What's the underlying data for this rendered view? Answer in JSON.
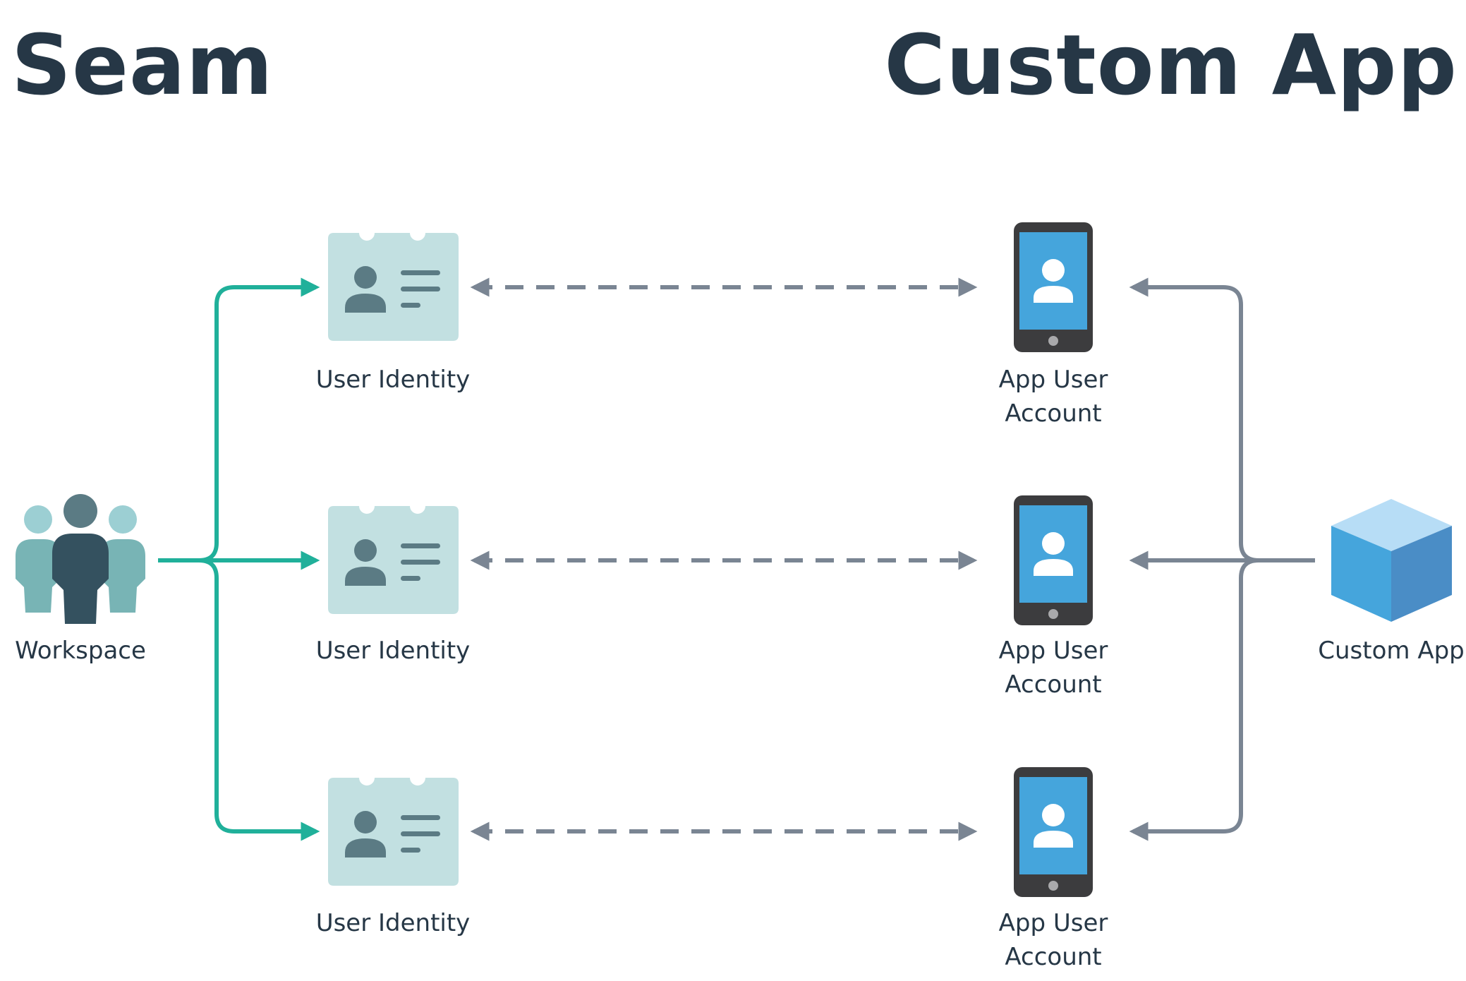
{
  "headings": {
    "seam": "Seam",
    "custom_app": "Custom App"
  },
  "nodes": {
    "workspace": {
      "label": "Workspace",
      "icon": "people-group-icon"
    },
    "user_identities": [
      {
        "label": "User Identity",
        "icon": "id-card-icon"
      },
      {
        "label": "User Identity",
        "icon": "id-card-icon"
      },
      {
        "label": "User Identity",
        "icon": "id-card-icon"
      }
    ],
    "app_user_accounts": [
      {
        "label_line1": "App User",
        "label_line2": "Account",
        "icon": "smartphone-user-icon"
      },
      {
        "label_line1": "App User",
        "label_line2": "Account",
        "icon": "smartphone-user-icon"
      },
      {
        "label_line1": "App User",
        "label_line2": "Account",
        "icon": "smartphone-user-icon"
      }
    ],
    "custom_app": {
      "label": "Custom App",
      "icon": "cube-icon"
    }
  },
  "colors": {
    "heading": "#263746",
    "teal_connector": "#20b09a",
    "gray_connector": "#7a8593",
    "id_card_bg": "#c2e0e1",
    "id_card_fg": "#5b7b84",
    "phone_body": "#3c3c3e",
    "phone_screen": "#45a5dc",
    "cube_top": "#b7ddf6",
    "cube_left": "#45a5dc",
    "cube_right": "#4a8dc6",
    "people_light": "#9ccfd3",
    "people_mid": "#78b4b5",
    "people_dark": "#34515f",
    "people_head_dark": "#5b7b84"
  }
}
